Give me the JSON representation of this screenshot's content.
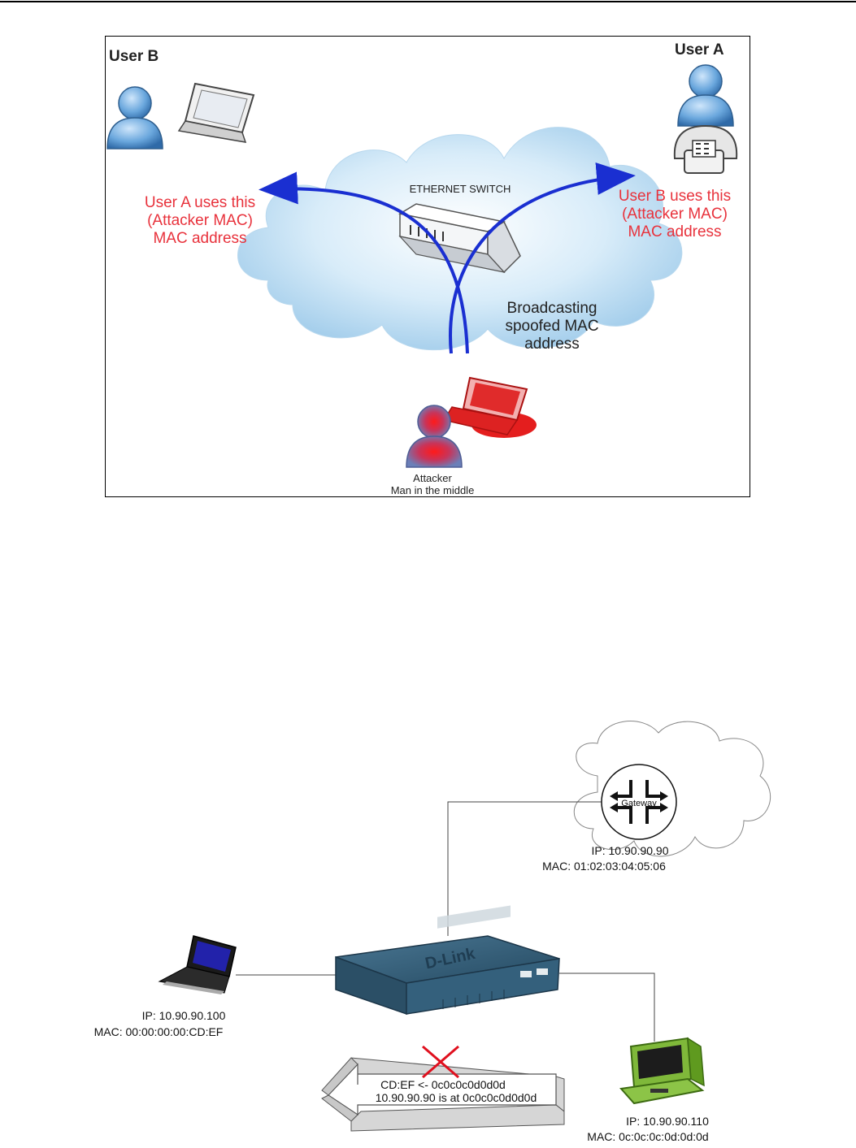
{
  "diagram1": {
    "user_b_label": "User B",
    "user_a_label": "User A",
    "switch_label": "ETHERNET SWITCH",
    "user_a_note": [
      "User A uses this",
      "(Attacker MAC)",
      "MAC address"
    ],
    "user_b_note": [
      "User B uses this",
      "(Attacker MAC)",
      "MAC address"
    ],
    "broadcast_note": [
      "Broadcasting",
      "spoofed MAC",
      "address"
    ],
    "attacker_label": [
      "Attacker",
      "Man in the middle"
    ],
    "colors": {
      "note_red": "#e8323c",
      "arrow_blue": "#1a2fd1",
      "cloud": "#bfe0f5"
    }
  },
  "diagram2": {
    "gateway_label": "Gateway",
    "gateway_ip": "IP: 10.90.90.90",
    "gateway_mac": "MAC: 01:02:03:04:05:06",
    "laptop_ip": "IP: 10.90.90.100",
    "laptop_mac": "MAC: 00:00:00:00:CD:EF",
    "pc_ip": "IP: 10.90.90.110",
    "pc_mac": "MAC: 0c:0c:0c:0d:0d:0d",
    "switch_brand": "D-Link",
    "arp_line1": "CD:EF <- 0c0c0c0d0d0d",
    "arp_line2": "10.90.90.90 is at 0c0c0c0d0d0d"
  }
}
